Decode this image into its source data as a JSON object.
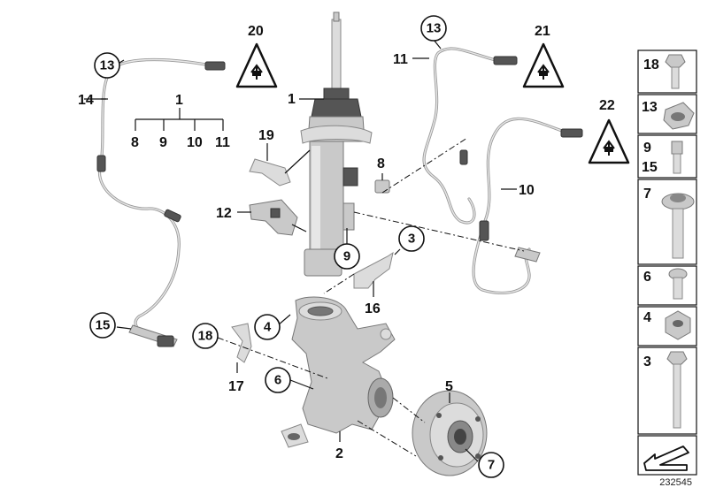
{
  "labels": {
    "l1_top": "1",
    "l1_strut": "1",
    "l2": "2",
    "l3": "3",
    "l4": "4",
    "l5": "5",
    "l6": "6",
    "l7": "7",
    "l8_sub": "8",
    "l8": "8",
    "l9_sub": "9",
    "l9": "9",
    "l10_sub": "10",
    "l10": "10",
    "l11_sub": "11",
    "l11": "11",
    "l12": "12",
    "l13_left": "13",
    "l13_right": "13",
    "l14": "14",
    "l15": "15",
    "l16": "16",
    "l17": "17",
    "l18": "18",
    "l19": "19",
    "l20": "20",
    "l21": "21",
    "l22": "22"
  },
  "side_panel": {
    "p18": "18",
    "p13": "13",
    "p9": "9",
    "p15": "15",
    "p7": "7",
    "p6": "6",
    "p4": "4",
    "p3": "3"
  },
  "catalog_number": "232545",
  "icons": [
    "electrical-plug-warning-icon",
    "arrow-icon"
  ]
}
